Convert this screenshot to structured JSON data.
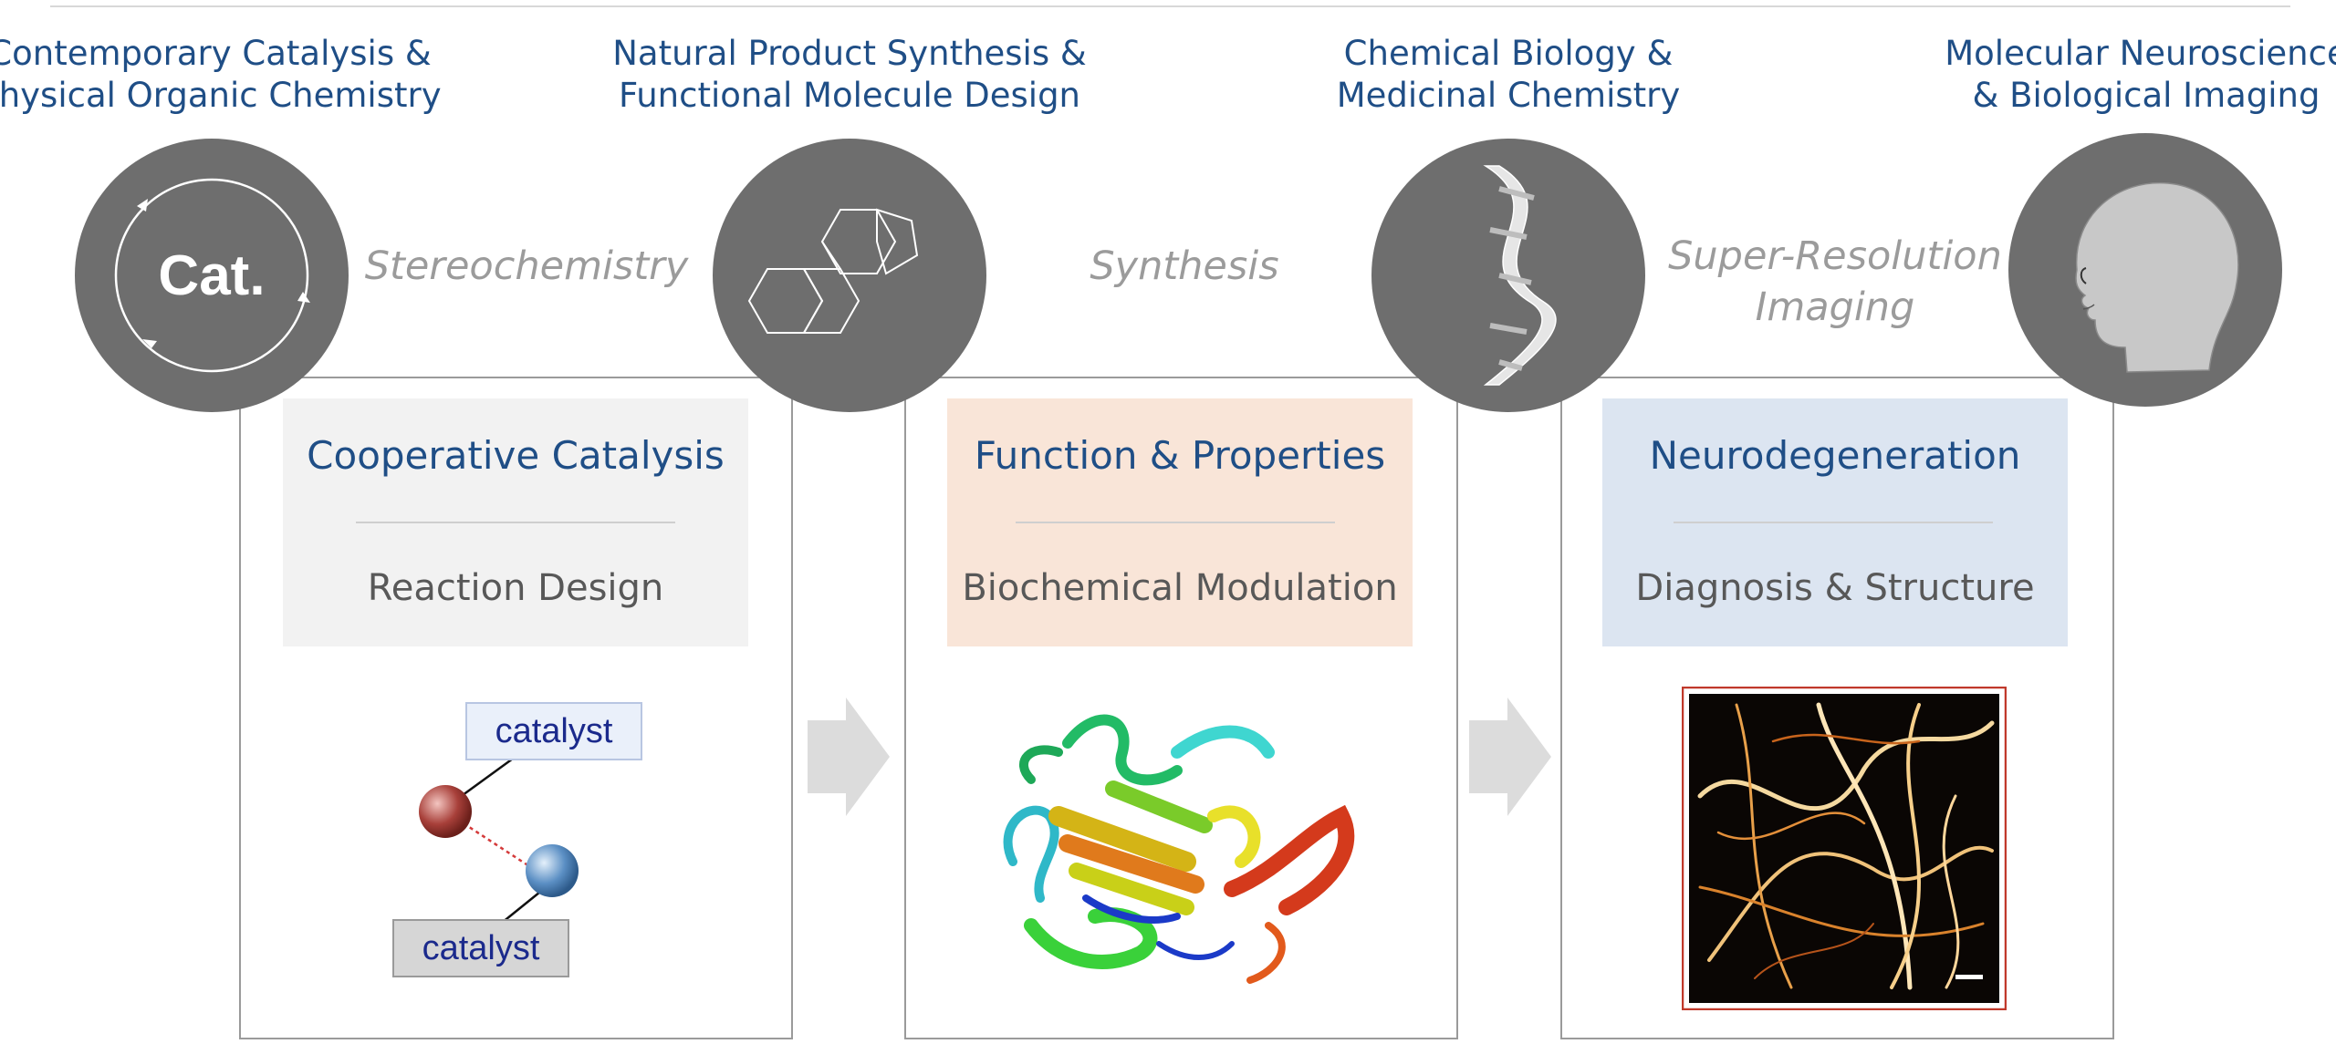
{
  "columns": [
    {
      "heading": [
        "Contemporary Catalysis &",
        "Physical Organic Chemistry"
      ],
      "icon": "catalysis-cycle-icon",
      "icon_text": "Cat."
    },
    {
      "heading": [
        "Natural Product Synthesis &",
        "Functional Molecule Design"
      ],
      "icon": "steroid-ring-icon"
    },
    {
      "heading": [
        "Chemical Biology &",
        "Medicinal Chemistry"
      ],
      "icon": "dna-helix-icon"
    },
    {
      "heading": [
        "Molecular Neuroscience",
        "& Biological Imaging"
      ],
      "icon": "head-profile-icon"
    }
  ],
  "themes": [
    {
      "lines": [
        "Stereochemistry"
      ]
    },
    {
      "lines": [
        "Synthesis"
      ]
    },
    {
      "lines": [
        "Super-Resolution",
        "Imaging"
      ]
    }
  ],
  "panels": [
    {
      "title": "Cooperative Catalysis",
      "subtitle": "Reaction Design",
      "bg": "#f2f2f2"
    },
    {
      "title": "Function & Properties",
      "subtitle": "Biochemical Modulation",
      "bg": "#f9e5d8"
    },
    {
      "title": "Neurodegeneration",
      "subtitle": "Diagnosis & Structure",
      "bg": "#dce5f1"
    }
  ],
  "catalyst_figure": {
    "top_label": "catalyst",
    "bottom_label": "catalyst"
  },
  "colors": {
    "heading": "#1f4e86",
    "circle": "#6e6e6e",
    "theme": "#9b9b9b",
    "frame": "#9a9a9a",
    "arrow": "#dcdcdc",
    "imaging_border": "#c0392b"
  }
}
